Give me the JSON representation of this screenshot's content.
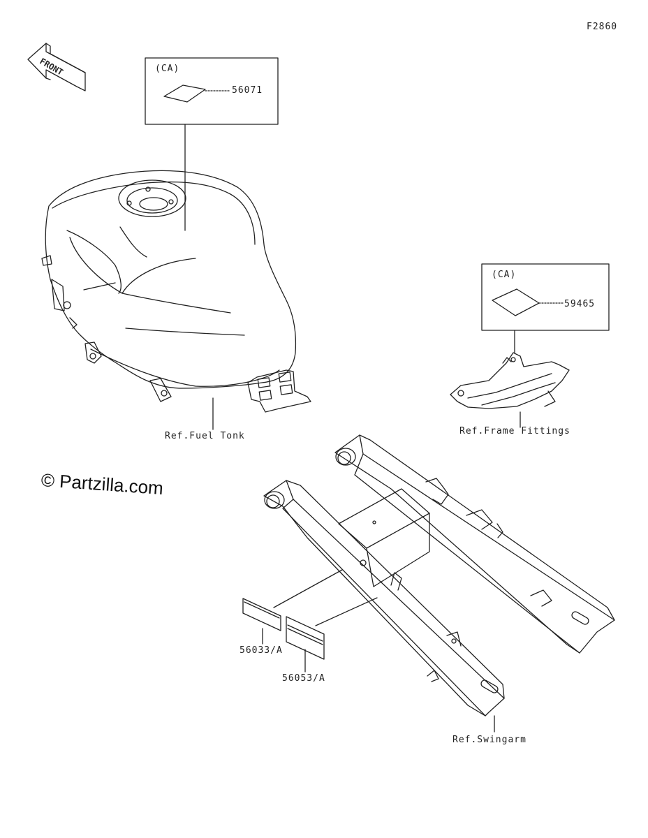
{
  "figure_code": "F2860",
  "front_arrow": "FRONT",
  "watermark": "© Partzilla.com",
  "callouts": {
    "tank_box": {
      "region": "(CA)",
      "part": "56071"
    },
    "frame_box": {
      "region": "(CA)",
      "part": "59465"
    },
    "label_a": "56033/A",
    "label_b": "56053/A"
  },
  "refs": {
    "fuel_tank": "Ref.Fuel Tonk",
    "frame_fittings": "Ref.Frame Fittings",
    "swingarm": "Ref.Swingarm"
  },
  "colors": {
    "line": "#222222",
    "background": "#ffffff"
  }
}
